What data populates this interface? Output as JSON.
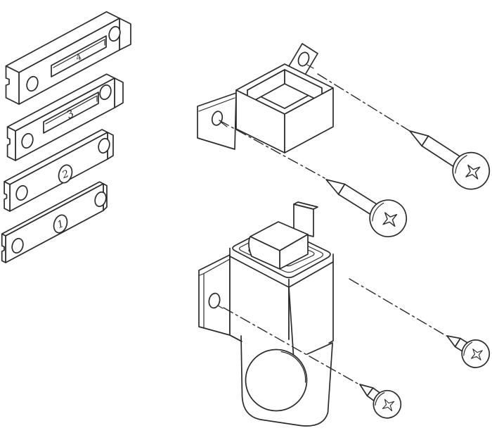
{
  "colors": {
    "background": "#ffffff",
    "line": "#2b2b2b"
  },
  "plates": [
    {
      "name": "shim-plate-4",
      "label": "4"
    },
    {
      "name": "shim-plate-3",
      "label": "3"
    },
    {
      "name": "shim-plate-2",
      "label": "2"
    },
    {
      "name": "shim-plate-1",
      "label": "1"
    }
  ]
}
